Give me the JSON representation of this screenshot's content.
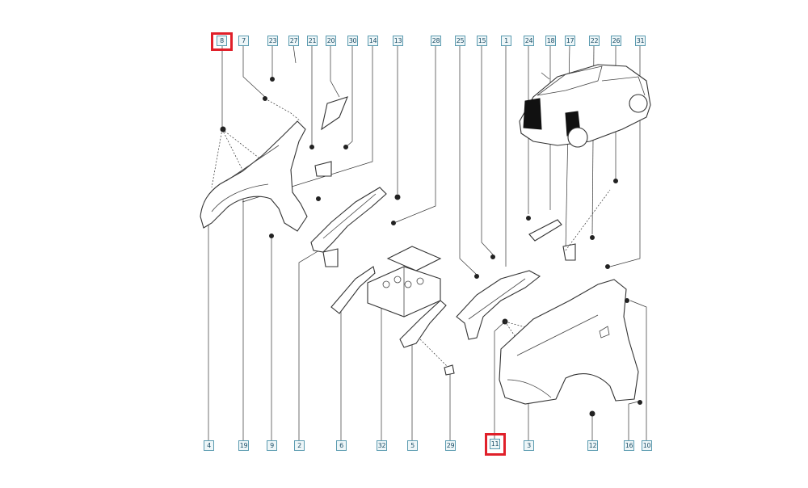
{
  "diagram": {
    "top_callouts": [
      "8",
      "7",
      "23",
      "27",
      "21",
      "20",
      "30",
      "14",
      "13",
      "28",
      "25",
      "15",
      "1",
      "24",
      "18",
      "17",
      "22",
      "26",
      "31"
    ],
    "bottom_callouts": [
      "4",
      "19",
      "9",
      "2",
      "6",
      "32",
      "5",
      "29",
      "11",
      "3",
      "12",
      "16",
      "10"
    ],
    "highlighted": [
      "8",
      "11"
    ],
    "colors": {
      "callout_border": "#5b9bb0",
      "callout_fill": "#eef6f8",
      "highlight": "#e0202a"
    }
  }
}
